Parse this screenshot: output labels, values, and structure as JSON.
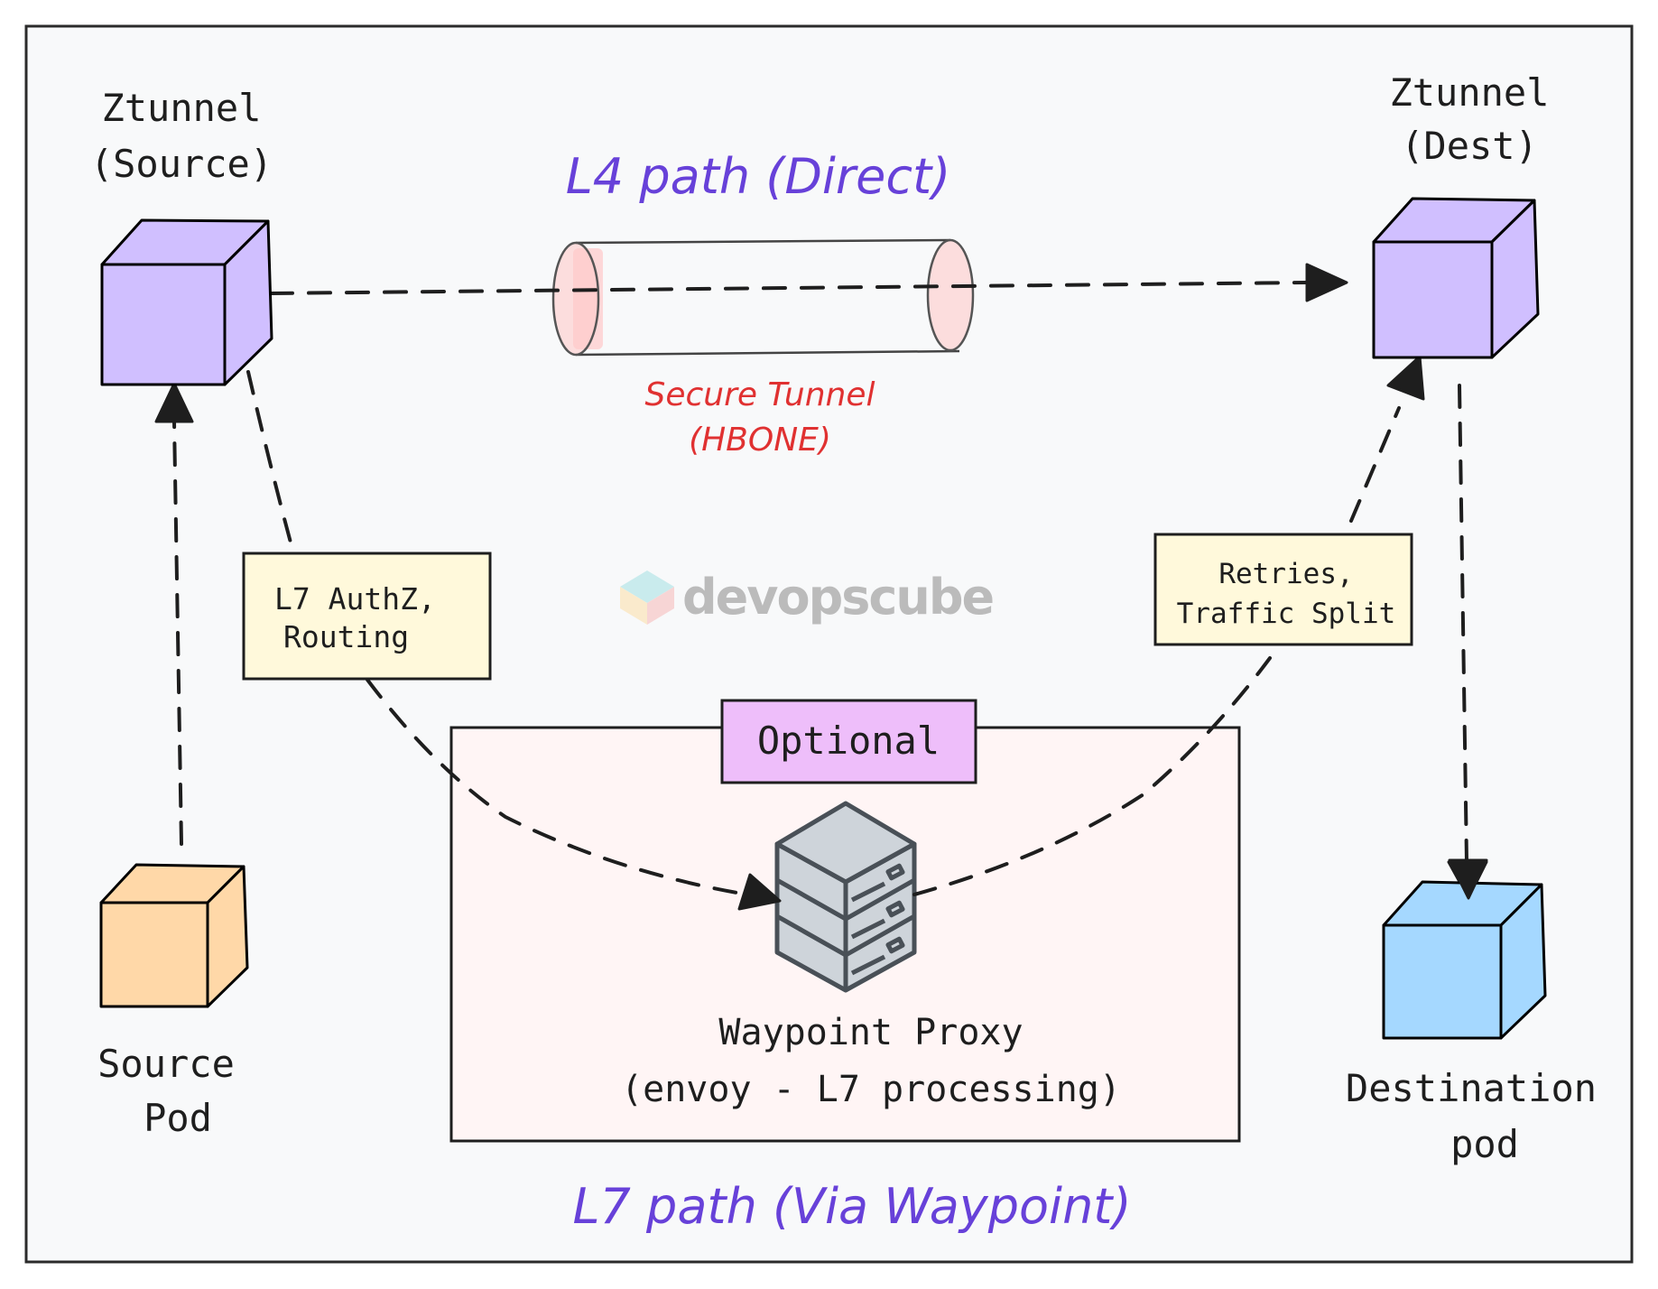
{
  "diagram": {
    "title_l4": "L4 path (Direct)",
    "title_l7": "L7 path (Via Waypoint)",
    "tunnel": {
      "label_line1": "Secure Tunnel",
      "label_line2": "(HBONE)"
    },
    "nodes": {
      "ztunnel_source": {
        "line1": "Ztunnel",
        "line2": "(Source)",
        "color": "#d0bfff"
      },
      "ztunnel_dest": {
        "line1": "Ztunnel",
        "line2": "(Dest)",
        "color": "#d0bfff"
      },
      "source_pod": {
        "line1": "Source",
        "line2": "Pod",
        "color": "#ffd8a8"
      },
      "destination_pod": {
        "line1": "Destination",
        "line2": "pod",
        "color": "#a5d8ff"
      }
    },
    "notes": {
      "left": {
        "line1": "L7 AuthZ,",
        "line2": "Routing"
      },
      "right": {
        "line1": "Retries,",
        "line2": "Traffic Split"
      }
    },
    "waypoint": {
      "tag": "Optional",
      "line1": "Waypoint Proxy",
      "line2": "(envoy - L7 processing)",
      "icon": "server-stack-icon"
    },
    "watermark": "devopscube",
    "colors": {
      "title": "#6741d9",
      "tunnel_label": "#e03131",
      "note_fill": "#fff9db",
      "tag_fill": "#eebefa",
      "waypoint_fill": "#fff5f5",
      "tunnel_cap": "#ffc9c9",
      "canvas": "#f8f9fa"
    }
  }
}
